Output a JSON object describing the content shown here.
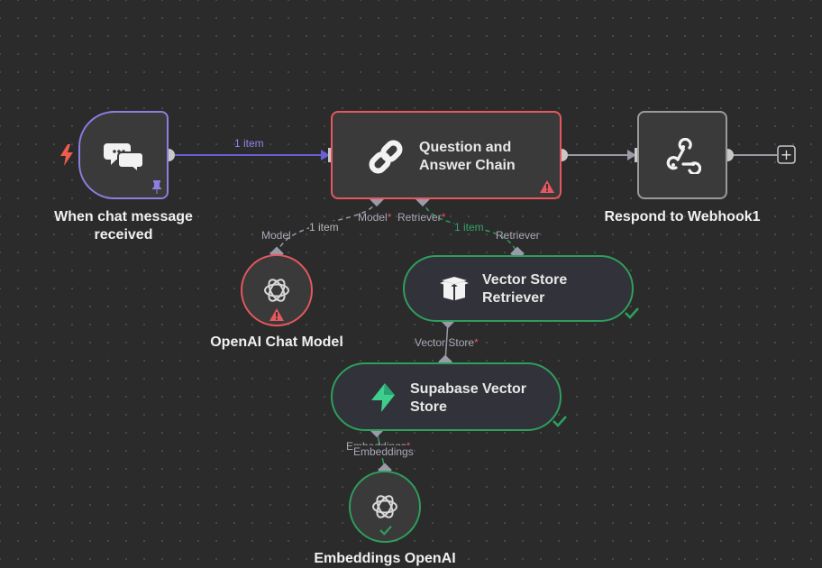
{
  "colors": {
    "canvas": "#2b2b2b",
    "trigger_border": "#8b7fe0",
    "error": "#e5585f",
    "success": "#2f9e5c",
    "main_edge": "#6b5fd6",
    "sub_edge": "#9a9aa8"
  },
  "nodes": {
    "trigger": {
      "label_line1": "When chat message",
      "label_line2": "received",
      "icon": "chat-bubbles-icon",
      "badge": "pin-icon",
      "bolt": "lightning-icon"
    },
    "qa_chain": {
      "title_line1": "Question and",
      "title_line2": "Answer Chain",
      "icon": "link-icon",
      "status": "warning-icon"
    },
    "webhook": {
      "label": "Respond to Webhook1",
      "icon": "webhook-icon"
    },
    "openai_chat": {
      "label": "OpenAI Chat Model",
      "icon": "openai-icon",
      "status": "warning-icon"
    },
    "vector_retriever": {
      "title_line1": "Vector Store",
      "title_line2": "Retriever",
      "icon": "box-icon",
      "status": "check-icon"
    },
    "supabase": {
      "title_line1": "Supabase Vector",
      "title_line2": "Store",
      "icon": "supabase-bolt-icon",
      "status": "check-icon"
    },
    "embeddings": {
      "label": "Embeddings OpenAI",
      "icon": "openai-icon",
      "status": "check-icon"
    }
  },
  "handles": {
    "qa_model": "Model",
    "qa_model_star": "*",
    "qa_retriever": "Retriever",
    "qa_retriever_star": "*",
    "chat_model": "Model",
    "retriever_in": "Retriever",
    "vs_out": "Vector Store",
    "vs_out_star": "*",
    "embeddings_out": "Embeddings",
    "embeddings_out_star": "*",
    "embeddings_in": "Embeddings"
  },
  "edges": {
    "trigger_to_chain": "1 item",
    "model_edge": "1 item",
    "retriever_edge": "1 item"
  },
  "add_button": "+"
}
